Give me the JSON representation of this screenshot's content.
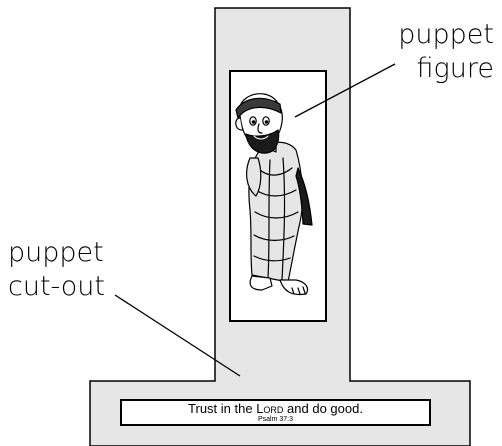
{
  "labels": {
    "figure": [
      "puppet",
      "figure"
    ],
    "cutout": [
      "puppet",
      "cut-out"
    ]
  },
  "verse": {
    "text_before": "Trust in the ",
    "text_smallcaps": "Lord",
    "text_after": " and do good.",
    "reference": "Psalm 37:3"
  },
  "colors": {
    "cutout_fill": "#e6e6e6",
    "outline": "#000000",
    "background": "#ffffff"
  }
}
